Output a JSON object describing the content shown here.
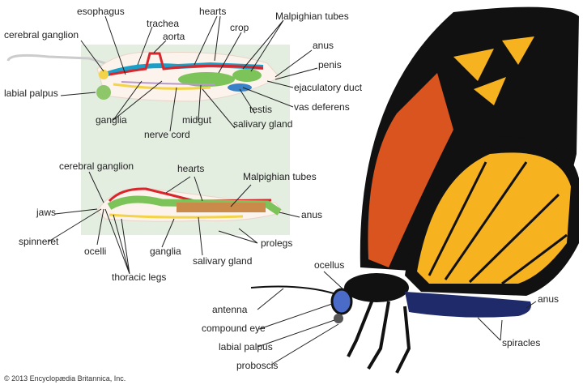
{
  "colors": {
    "background_panel": "#e3eee1",
    "heart": "#d8262c",
    "trachea": "#1aa0c8",
    "gut": "#7cc35a",
    "nerve": "#f3d34a",
    "testis": "#3a82c8",
    "malpighian": "#c98a4a",
    "wing_black": "#111111",
    "wing_orange": "#d9541e",
    "wing_yellow": "#f6b21f",
    "abdomen": "#1e2a6a"
  },
  "larva_top": {
    "labels": [
      "esophagus",
      "trachea",
      "aorta",
      "hearts",
      "crop",
      "Malpighian tubes",
      "cerebral ganglion",
      "anus",
      "penis",
      "ejaculatory duct",
      "vas deferens",
      "labial palpus",
      "ganglia",
      "midgut",
      "testis",
      "salivary gland",
      "nerve cord"
    ]
  },
  "larva_bottom": {
    "labels": [
      "cerebral ganglion",
      "hearts",
      "Malpighian tubes",
      "jaws",
      "anus",
      "spinneret",
      "ocelli",
      "ganglia",
      "prolegs",
      "salivary gland",
      "thoracic legs"
    ]
  },
  "butterfly": {
    "labels": [
      "ocellus",
      "antenna",
      "compound eye",
      "labial palpus",
      "proboscis",
      "anus",
      "spiracles"
    ]
  },
  "copyright": "© 2013 Encyclopædia Britannica, Inc."
}
